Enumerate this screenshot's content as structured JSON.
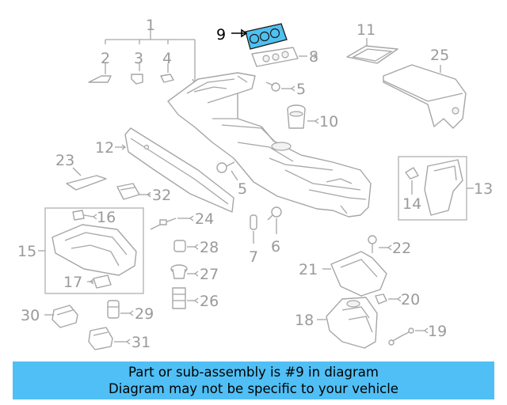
{
  "diagram": {
    "callouts": {
      "c1": "1",
      "c2": "2",
      "c3": "3",
      "c4": "4",
      "c5a": "5",
      "c5b": "5",
      "c6": "6",
      "c7": "7",
      "c8": "8",
      "c9": "9",
      "c10": "10",
      "c11": "11",
      "c12": "12",
      "c13": "13",
      "c14": "14",
      "c15": "15",
      "c16": "16",
      "c17": "17",
      "c18": "18",
      "c19": "19",
      "c20": "20",
      "c21": "21",
      "c22": "22",
      "c23": "23",
      "c24": "24",
      "c25": "25",
      "c26": "26",
      "c27": "27",
      "c28": "28",
      "c29": "29",
      "c30": "30",
      "c31": "31",
      "c32": "32"
    },
    "highlighted_part": "9",
    "colors": {
      "highlight": "#4fc0f0",
      "line": "#a6a6a6",
      "banner": "#50bff5"
    }
  },
  "banner": {
    "line1": "Part or sub-assembly is #9 in diagram",
    "line2": "Diagram may not be specific to your vehicle"
  }
}
